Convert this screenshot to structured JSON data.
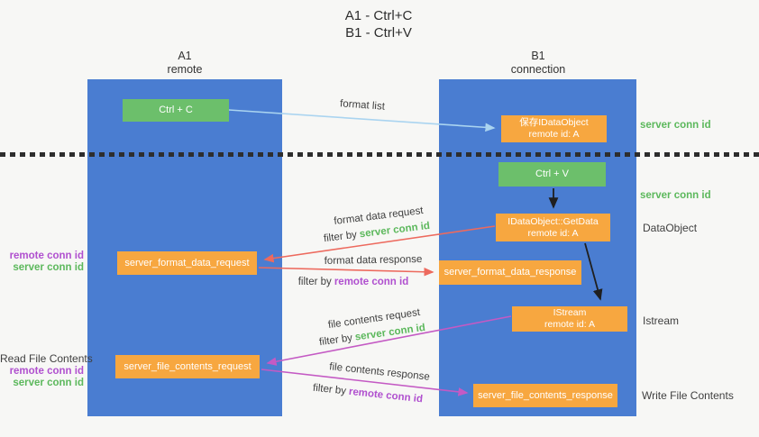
{
  "title": {
    "line1": "A1 - Ctrl+C",
    "line2": "B1 - Ctrl+V"
  },
  "columns": {
    "left": {
      "id": "A1",
      "subtitle": "remote"
    },
    "right": {
      "id": "B1",
      "subtitle": "connection"
    }
  },
  "nodes": {
    "ctrl_c": "Ctrl + C",
    "ctrl_v": "Ctrl + V",
    "save_dataobject": {
      "line1": "保存IDataObject",
      "line2": "remote id: A"
    },
    "getdata": {
      "line1": "IDataObject::GetData",
      "line2": "remote id: A"
    },
    "istream": {
      "line1": "IStream",
      "line2": "remote id: A"
    },
    "format_request": "server_format_data_request",
    "format_response": "server_format_data_response",
    "file_request": "server_file_contents_request",
    "file_response": "server_file_contents_response"
  },
  "labels": {
    "format_list": "format list",
    "format_data_request": "format data request",
    "format_data_response": "format data response",
    "file_contents_request": "file contents request",
    "file_contents_response": "file contents response",
    "filter_by": "filter by",
    "server_conn_id": "server conn id",
    "remote_conn_id": "remote conn id",
    "read_file_contents": "Read File Contents",
    "write_file_contents": "Write File Contents",
    "dataobject": "DataObject",
    "istream": "Istream"
  },
  "colors": {
    "lane_blue": "#4a7dd1",
    "box_green": "#6cbf6b",
    "box_orange": "#f7a740",
    "arrow_red": "#ed6a5e",
    "arrow_magenta": "#c45ac4",
    "arrow_light_blue": "#aad4f0",
    "arrow_black": "#1f1f1f",
    "text_green": "#5cb85c",
    "text_purple": "#b050cf",
    "background": "#f7f7f5"
  }
}
